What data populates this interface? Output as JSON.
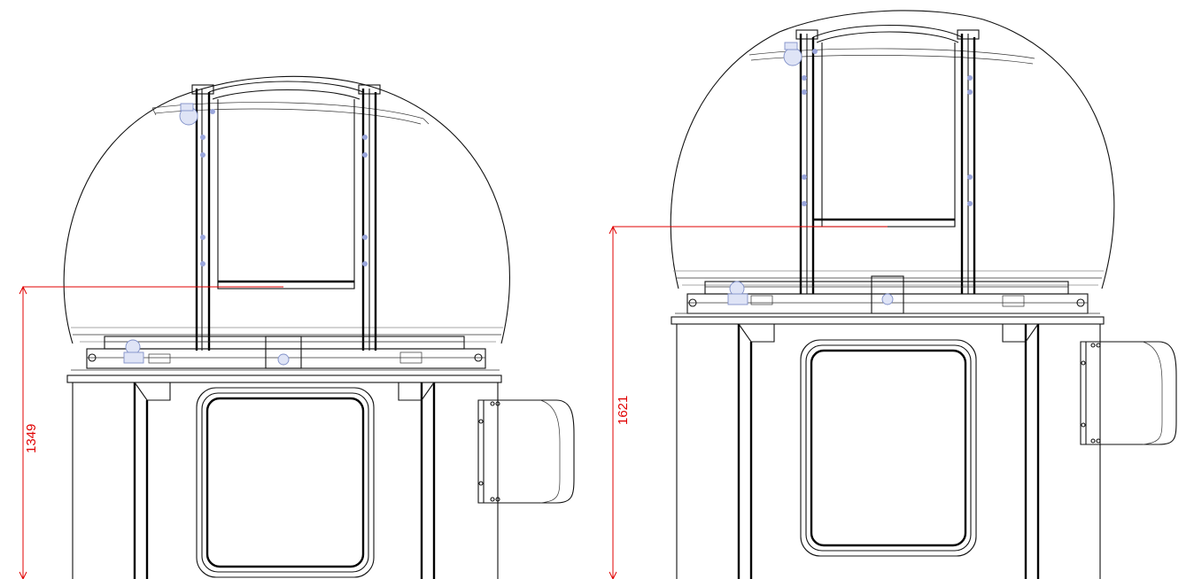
{
  "views": [
    {
      "id": "closed",
      "dimension": {
        "value": "1349"
      }
    },
    {
      "id": "open",
      "dimension": {
        "value": "1621"
      }
    }
  ],
  "colors": {
    "linework": "#111111",
    "dimension": "#e00000",
    "hardware": "#8090c8"
  }
}
